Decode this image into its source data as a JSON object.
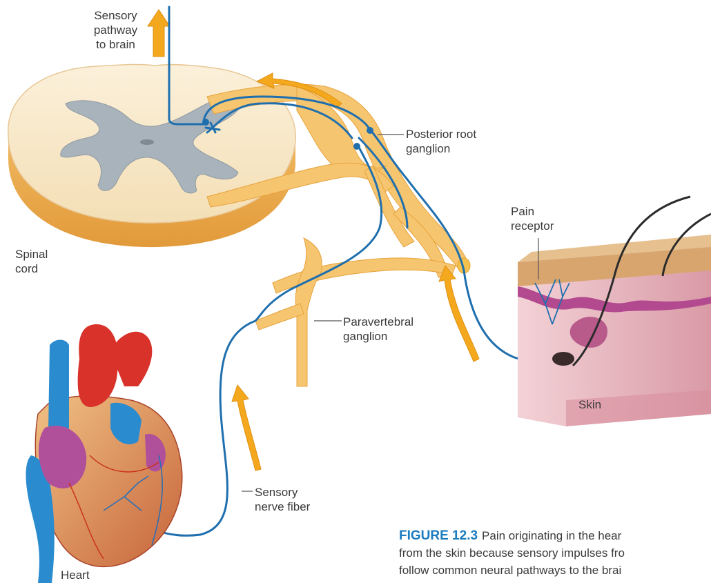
{
  "labels": {
    "sensory_pathway": "Sensory\npathway\nto brain",
    "spinal_cord": "Spinal\ncord",
    "posterior_root_ganglion": "Posterior root\nganglion",
    "pain_receptor": "Pain\nreceptor",
    "paravertebral_ganglion": "Paravertebral\nganglion",
    "skin": "Skin",
    "sensory_nerve_fiber": "Sensory\nnerve fiber",
    "heart": "Heart"
  },
  "caption": {
    "figure_number": "FIGURE 12.3",
    "lines": [
      "Pain originating in the hear",
      "from the skin because sensory impulses fro",
      "follow common neural pathways to the brai"
    ]
  },
  "colors": {
    "nerve": "#1f6fae",
    "arrow": "#f4a81d",
    "cord": "#f6e3bf",
    "cord_edge": "#e7a94e",
    "gray_matter": "#a9b3bb",
    "heart_red": "#d9322b",
    "vessel_blue": "#2a8ccf",
    "skin_pink": "#e7b5bf"
  }
}
